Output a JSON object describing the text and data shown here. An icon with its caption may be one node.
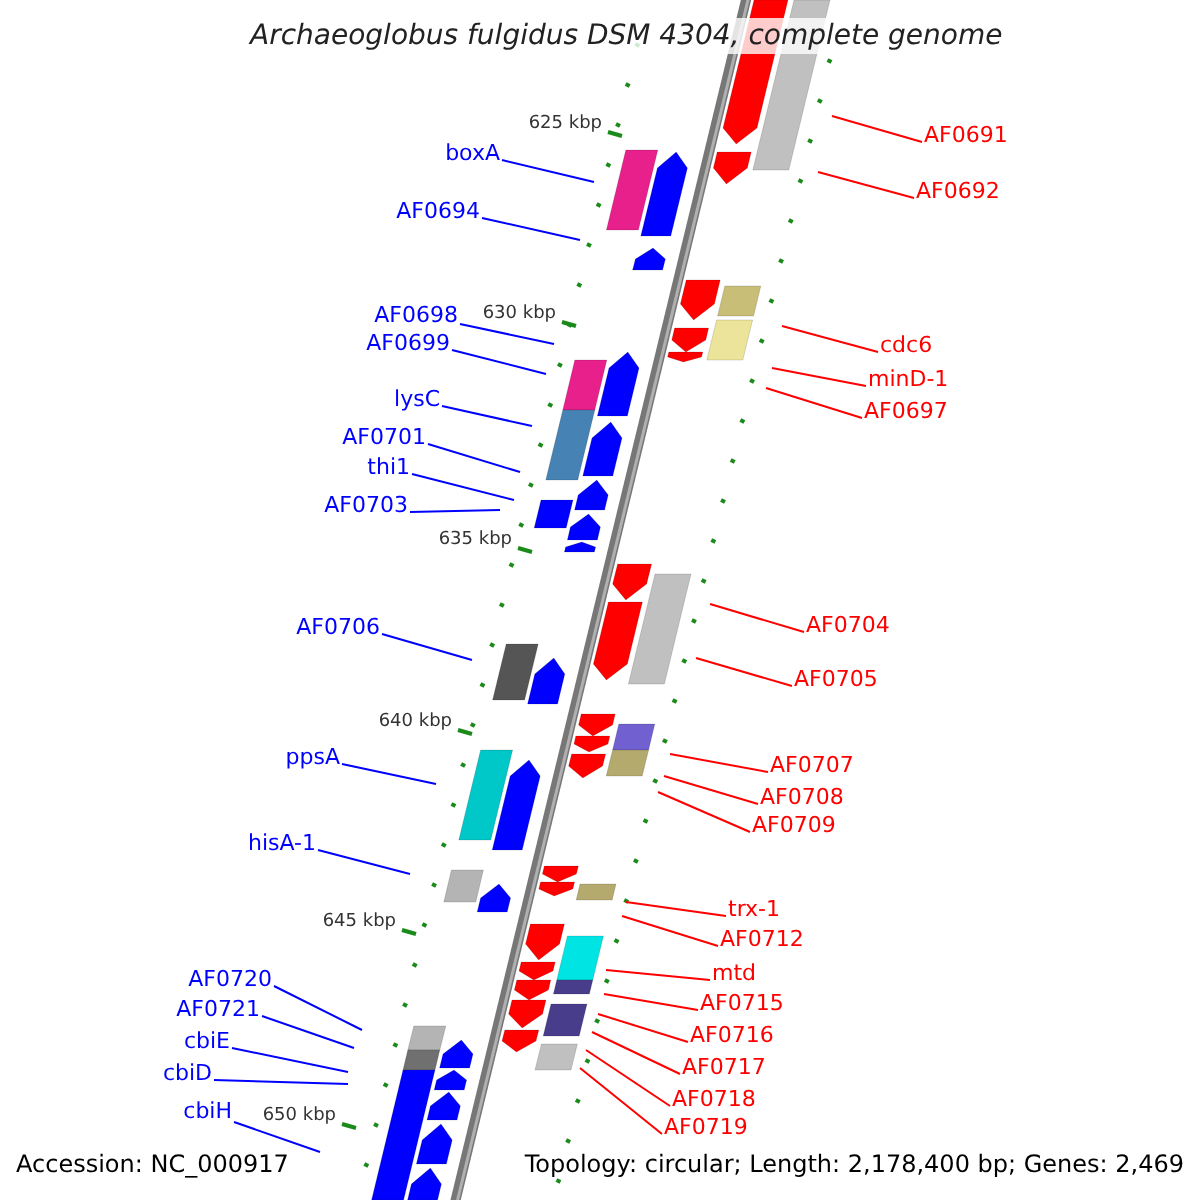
{
  "diagram": {
    "title": "Archaeoglobus fulgidus DSM 4304, complete genome",
    "nodes": [
      {
        "text": [
          "boxA"
        ]
      },
      {
        "text": [
          "AF0694"
        ]
      },
      {
        "text": [
          "AF0698"
        ]
      },
      {
        "text": [
          "AF0699"
        ]
      },
      {
        "text": [
          "lysC"
        ]
      },
      {
        "text": [
          "AF0701"
        ]
      },
      {
        "text": [
          "thi1"
        ]
      },
      {
        "text": [
          "AF0703"
        ]
      },
      {
        "text": [
          "AF0706"
        ]
      },
      {
        "text": [
          "ppsA"
        ]
      },
      {
        "text": [
          "hisA-1"
        ]
      },
      {
        "text": [
          "AF0720"
        ]
      },
      {
        "text": [
          "AF0721"
        ]
      },
      {
        "text": [
          "cbiE"
        ]
      },
      {
        "text": [
          "cbiD"
        ]
      },
      {
        "text": [
          "cbiH"
        ]
      },
      {
        "text": [
          "AF0691"
        ]
      },
      {
        "text": [
          "AF0692"
        ]
      },
      {
        "text": [
          "cdc6"
        ]
      },
      {
        "text": [
          "minD-1"
        ]
      },
      {
        "text": [
          "AF0697"
        ]
      },
      {
        "text": [
          "AF0704"
        ]
      },
      {
        "text": [
          "AF0705"
        ]
      },
      {
        "text": [
          "AF0707"
        ]
      },
      {
        "text": [
          "AF0708"
        ]
      },
      {
        "text": [
          "AF0709"
        ]
      },
      {
        "text": [
          "trx-1"
        ]
      },
      {
        "text": [
          "AF0712"
        ]
      },
      {
        "text": [
          "mtd"
        ]
      },
      {
        "text": [
          "AF0715"
        ]
      },
      {
        "text": [
          "AF0716"
        ]
      },
      {
        "text": [
          "AF0717"
        ]
      },
      {
        "text": [
          "AF0718"
        ]
      },
      {
        "text": [
          "AF0719"
        ]
      }
    ],
    "edges": [
      {
        "from": 0,
        "to": null,
        "arrow": "none",
        "color": "#0000ff"
      },
      {
        "from": 1,
        "to": null,
        "arrow": "none",
        "color": "#0000ff"
      },
      {
        "from": 2,
        "to": null,
        "arrow": "none",
        "color": "#0000ff"
      },
      {
        "from": 3,
        "to": null,
        "arrow": "none",
        "color": "#0000ff"
      },
      {
        "from": 4,
        "to": null,
        "arrow": "none",
        "color": "#0000ff"
      },
      {
        "from": 5,
        "to": null,
        "arrow": "none",
        "color": "#0000ff"
      },
      {
        "from": 6,
        "to": null,
        "arrow": "none",
        "color": "#0000ff"
      },
      {
        "from": 7,
        "to": null,
        "arrow": "none",
        "color": "#0000ff"
      },
      {
        "from": 8,
        "to": null,
        "arrow": "none",
        "color": "#0000ff"
      },
      {
        "from": 9,
        "to": null,
        "arrow": "none",
        "color": "#0000ff"
      },
      {
        "from": 10,
        "to": null,
        "arrow": "none",
        "color": "#0000ff"
      },
      {
        "from": 11,
        "to": null,
        "arrow": "none",
        "color": "#0000ff"
      },
      {
        "from": 12,
        "to": null,
        "arrow": "none",
        "color": "#0000ff"
      },
      {
        "from": 13,
        "to": null,
        "arrow": "none",
        "color": "#0000ff"
      },
      {
        "from": 14,
        "to": null,
        "arrow": "none",
        "color": "#0000ff"
      },
      {
        "from": 15,
        "to": null,
        "arrow": "none",
        "color": "#0000ff"
      },
      {
        "from": 16,
        "to": null,
        "arrow": "none"
      },
      {
        "from": 17,
        "to": null,
        "arrow": "none"
      },
      {
        "from": 18,
        "to": null,
        "arrow": "none"
      },
      {
        "from": 19,
        "to": null,
        "arrow": "none"
      },
      {
        "from": 20,
        "to": null,
        "arrow": "none"
      },
      {
        "from": 21,
        "to": null,
        "arrow": "none"
      },
      {
        "from": 22,
        "to": null,
        "arrow": "none"
      },
      {
        "from": 23,
        "to": null,
        "arrow": "none"
      },
      {
        "from": 24,
        "to": null,
        "arrow": "none"
      },
      {
        "from": 25,
        "to": null,
        "arrow": "none"
      },
      {
        "from": 26,
        "to": null,
        "arrow": "none"
      },
      {
        "from": 27,
        "to": null,
        "arrow": "none"
      },
      {
        "from": 28,
        "to": null,
        "arrow": "none"
      },
      {
        "from": 29,
        "to": null,
        "arrow": "none"
      },
      {
        "from": 30,
        "to": null,
        "arrow": "none"
      },
      {
        "from": 31,
        "to": null,
        "arrow": "none"
      },
      {
        "from": 32,
        "to": null,
        "arrow": "none"
      },
      {
        "from": 33,
        "to": null,
        "arrow": "none"
      }
    ],
    "labels": [
      "625 kbp",
      "630 kbp",
      "635 kbp",
      "640 kbp",
      "645 kbp",
      "650 kbp",
      "Accession: NC_000917",
      "Topology: circular; Length: 2,178,400 bp; Genes: 2,469"
    ]
  }
}
